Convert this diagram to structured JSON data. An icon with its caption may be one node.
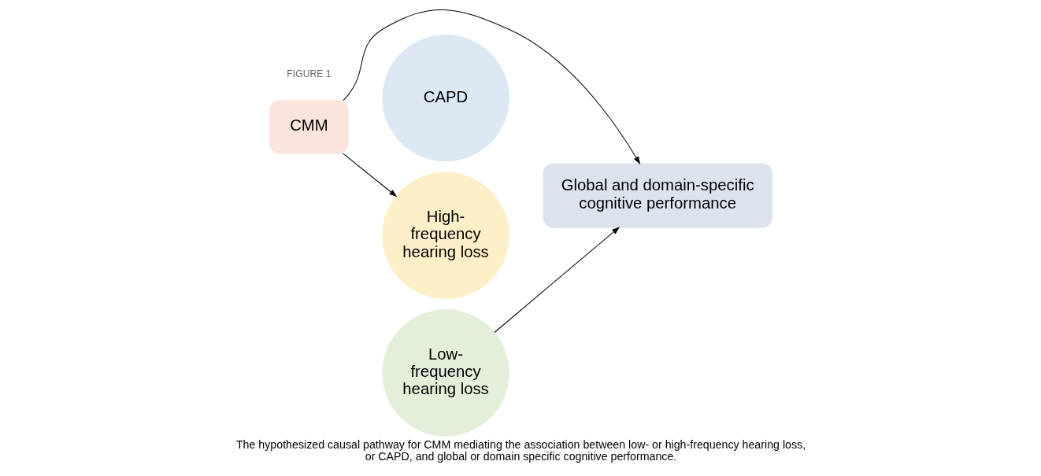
{
  "diagram": {
    "caption": "The hypothesized causal pathway for CMM mediating the association between low- or high-frequency hearing loss, or CAPD, and global or domain specific cognitive performance.",
    "nodes": [
      {
        "text": [
          "CMM"
        ]
      },
      {
        "text": [
          "CAPD"
        ]
      },
      {
        "text": [
          "High- frequency hearing loss"
        ]
      },
      {
        "text": [
          "Low- frequency hearing loss"
        ]
      },
      {
        "text": [
          "Global and domain-specific cognitive performance"
        ]
      }
    ],
    "edges": [
      {
        "from": 0,
        "to": 2,
        "arrow": "to"
      },
      {
        "from": 3,
        "to": 4,
        "arrow": "to"
      },
      {
        "from": 0,
        "to": 4,
        "arrow": "to"
      }
    ],
    "labels": [
      "FIGURE 1"
    ]
  }
}
